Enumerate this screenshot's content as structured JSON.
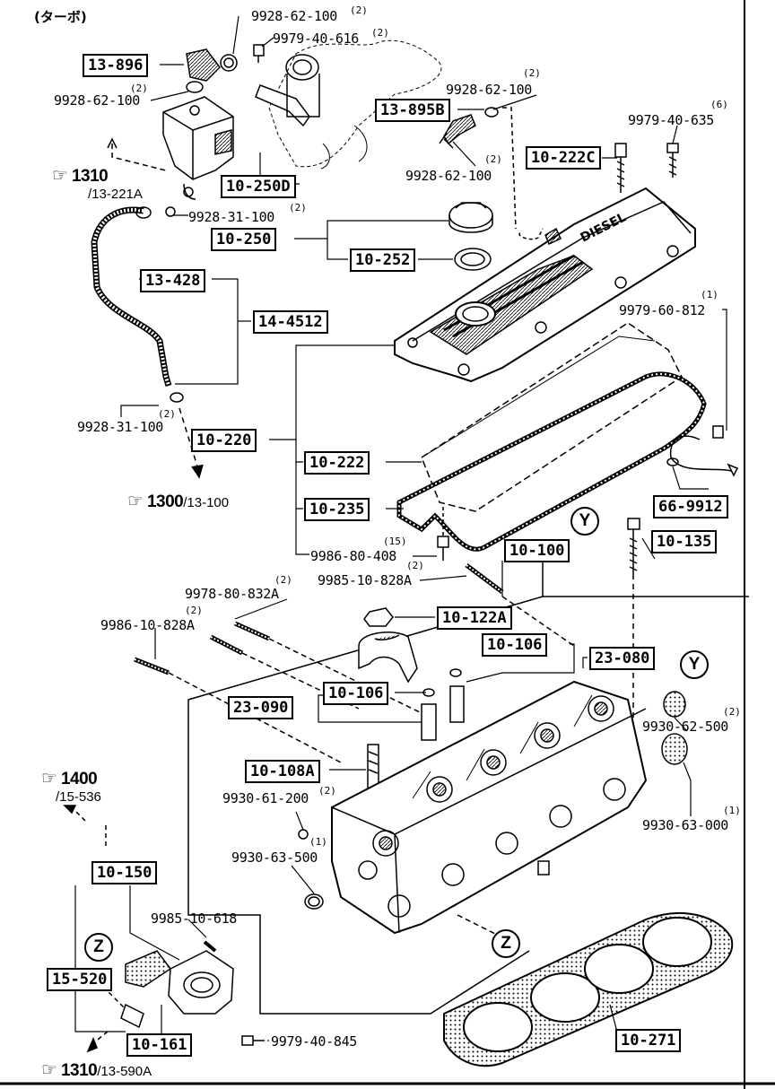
{
  "header": "(ターボ)",
  "part_numbers": {
    "p1": {
      "num": "9928-62-100",
      "qty": "(2)"
    },
    "p2": {
      "num": "9979-40-616",
      "qty": "(2)"
    },
    "p3": {
      "num": "9928-62-100",
      "qty": "(2)"
    },
    "p4": {
      "num": "9928-62-100",
      "qty": "(2)"
    },
    "p5": {
      "num": "9928-62-100",
      "qty": "(2)"
    },
    "p6": {
      "num": "9979-40-635",
      "qty": "(6)"
    },
    "p7": {
      "num": "9928-31-100",
      "qty": "(2)"
    },
    "p8": {
      "num": "9979-60-812",
      "qty": "(1)"
    },
    "p9": {
      "num": "9928-31-100",
      "qty": "(2)"
    },
    "p10": {
      "num": "9986-80-408",
      "qty": "(15)"
    },
    "p11": {
      "num": "9985-10-828A",
      "qty": "(2)"
    },
    "p12": {
      "num": "9978-80-832A",
      "qty": "(2)"
    },
    "p13": {
      "num": "9986-10-828A",
      "qty": "(2)"
    },
    "p14": {
      "num": "9930-62-500",
      "qty": "(2)"
    },
    "p15": {
      "num": "9930-61-200",
      "qty": "(2)"
    },
    "p16": {
      "num": "9930-63-000",
      "qty": "(1)"
    },
    "p17": {
      "num": "9930-63-500",
      "qty": "(1)"
    },
    "p18": {
      "num": "9985-10-618",
      "qty": ""
    },
    "p19": {
      "num": "9979-40-845",
      "qty": ""
    }
  },
  "boxes": {
    "b13896": "13-896",
    "b13895b": "13-895B",
    "b10222c": "10-222C",
    "b10250d": "10-250D",
    "b10250": "10-250",
    "b10252": "10-252",
    "b13428": "13-428",
    "b144512": "14-4512",
    "b10220": "10-220",
    "b10222": "10-222",
    "b10235": "10-235",
    "b669912": "66-9912",
    "b10100": "10-100",
    "b10135": "10-135",
    "b10122a": "10-122A",
    "b10106a": "10-106",
    "b23080": "23-080",
    "b10106b": "10-106",
    "b23090": "23-090",
    "b10108a": "10-108A",
    "b10150": "10-150",
    "b15520": "15-520",
    "b10161": "10-161",
    "b10271": "10-271"
  },
  "refs": {
    "r1310a": {
      "hand": "☞",
      "big": "1310",
      "sub": "/13-221A"
    },
    "r1300": {
      "hand": "☞",
      "big": "1300",
      "small": "/13-100"
    },
    "r1400": {
      "hand": "☞",
      "big": "1400",
      "sub": "/15-536"
    },
    "r1310b": {
      "hand": "☞",
      "big": "1310",
      "small": "/13-590A"
    }
  },
  "circles": {
    "y1": "Y",
    "y2": "Y",
    "z1": "Z",
    "z2": "Z"
  },
  "cover_text": "DIESEL"
}
